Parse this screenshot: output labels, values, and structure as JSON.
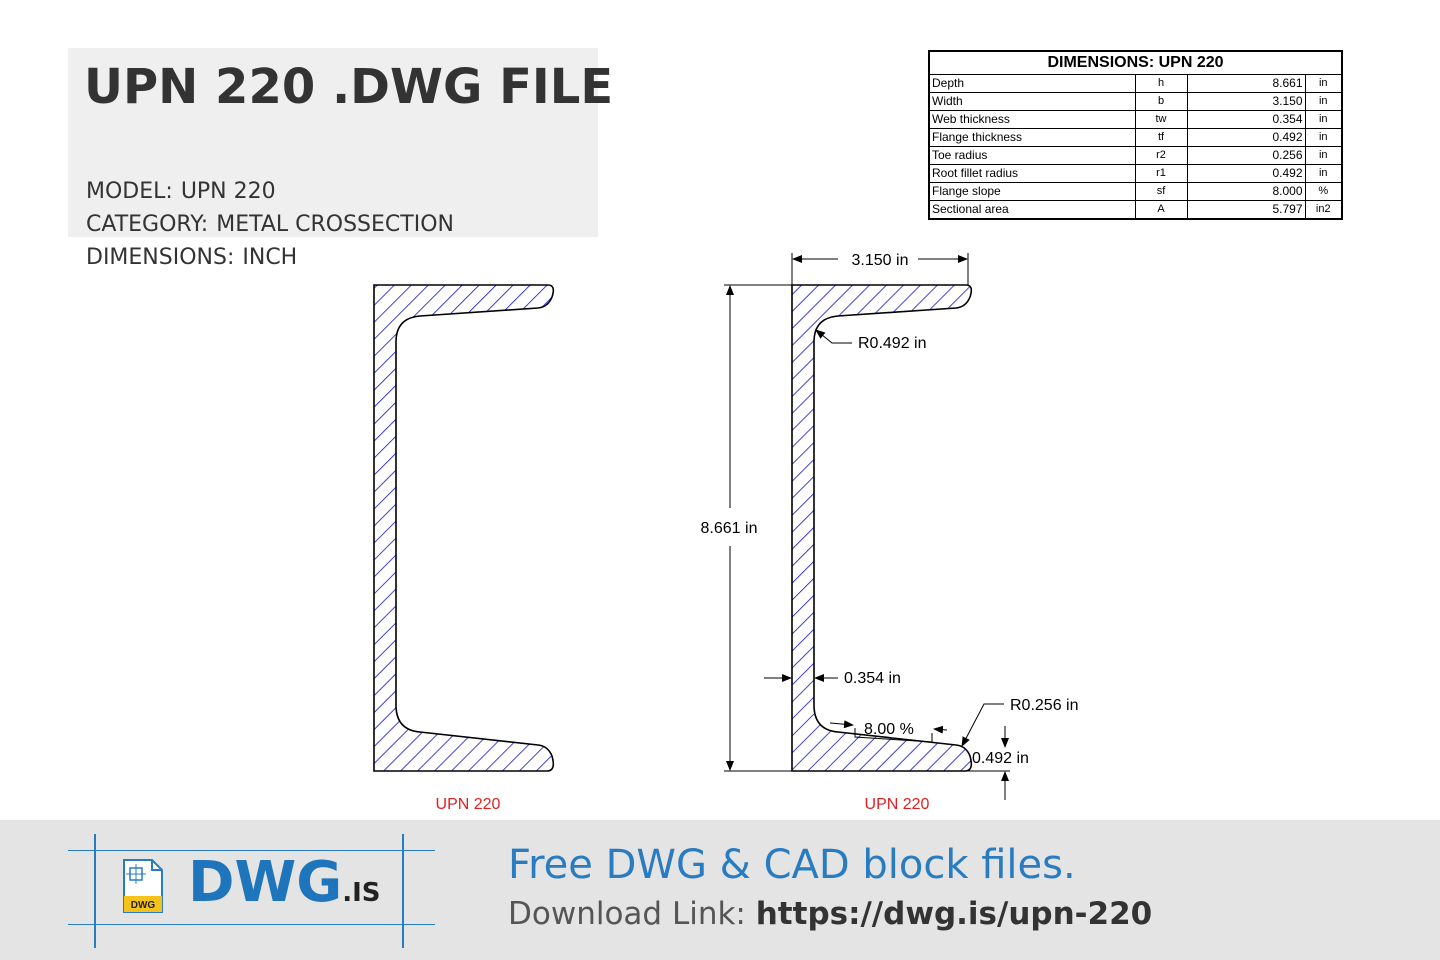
{
  "info": {
    "title": "UPN 220 .DWG FILE",
    "model_label": "MODEL:",
    "model_value": "UPN 220",
    "category_label": "CATEGORY:",
    "category_value": "METAL CROSSECTION",
    "dimensions_label": "DIMENSIONS:",
    "dimensions_value": "INCH"
  },
  "table": {
    "title": "DIMENSIONS: UPN 220",
    "rows": [
      {
        "name": "Depth",
        "symbol": "h",
        "value": "8.661",
        "unit": "in"
      },
      {
        "name": "Width",
        "symbol": "b",
        "value": "3.150",
        "unit": "in"
      },
      {
        "name": "Web thickness",
        "symbol": "tw",
        "value": "0.354",
        "unit": "in"
      },
      {
        "name": "Flange thickness",
        "symbol": "tf",
        "value": "0.492",
        "unit": "in"
      },
      {
        "name": "Toe radius",
        "symbol": "r2",
        "value": "0.256",
        "unit": "in"
      },
      {
        "name": "Root fillet radius",
        "symbol": "r1",
        "value": "0.492",
        "unit": "in"
      },
      {
        "name": "Flange slope",
        "symbol": "sf",
        "value": "8.000",
        "unit": "%"
      },
      {
        "name": "Sectional area",
        "symbol": "A",
        "value": "5.797",
        "unit": "in2"
      }
    ]
  },
  "drawing": {
    "label_left": "UPN 220",
    "label_right": "UPN 220",
    "dim_width": "3.150 in",
    "dim_depth": "8.661 in",
    "dim_web": "0.354 in",
    "dim_root_radius": "R0.492 in",
    "dim_toe_radius": "R0.256 in",
    "dim_flange": "0.492 in",
    "dim_slope": "8.00 %",
    "hatch_color": "#1010d0",
    "label_color": "#e02020"
  },
  "footer": {
    "logo_main": "DWG",
    "logo_suffix": ".IS",
    "logo_badge": "DWG",
    "tagline": "Free DWG & CAD block files.",
    "download_label": "Download Link:",
    "download_url": "https://dwg.is/upn-220"
  }
}
